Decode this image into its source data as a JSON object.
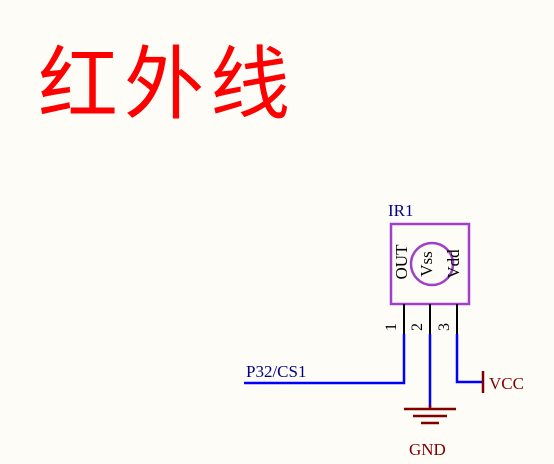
{
  "title": "红外线",
  "component": {
    "designator": "IR1",
    "pin_names": [
      "OUT",
      "Vss",
      "Vdd"
    ],
    "pin_numbers": [
      "1",
      "2",
      "3"
    ]
  },
  "nets": {
    "signal": "P32/CS1",
    "power": "VCC",
    "ground": "GND"
  },
  "colors": {
    "background": "#fdfcf7",
    "title": "#ff0000",
    "component_body": "#a040c8",
    "designator": "#000080",
    "wire": "#0000ff",
    "power": "#800000",
    "pin_text": "#000000"
  }
}
